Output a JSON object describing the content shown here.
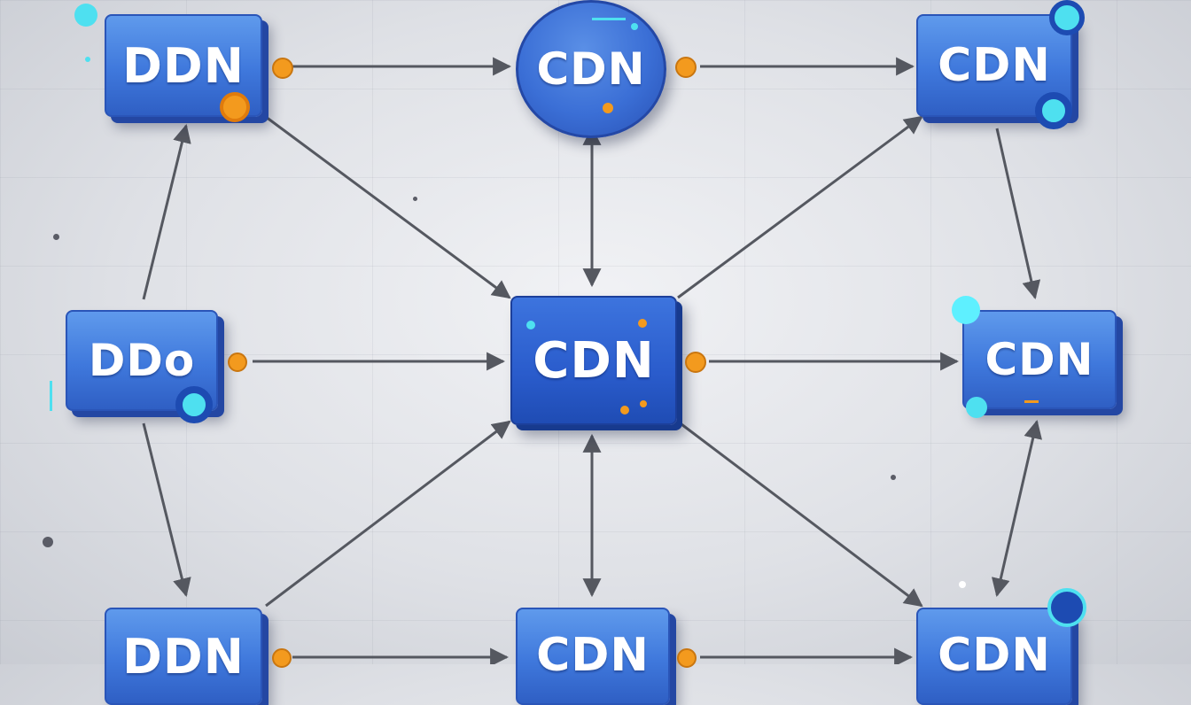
{
  "nodes": [
    {
      "id": "top-left",
      "label": "DDN"
    },
    {
      "id": "top-center",
      "label": "CDN"
    },
    {
      "id": "top-right",
      "label": "CDN"
    },
    {
      "id": "mid-left",
      "label": "DDo"
    },
    {
      "id": "center",
      "label": "CDN"
    },
    {
      "id": "mid-right",
      "label": "CDN"
    },
    {
      "id": "bottom-left",
      "label": "DDN"
    },
    {
      "id": "bottom-center",
      "label": "CDN"
    },
    {
      "id": "bottom-right",
      "label": "CDN"
    }
  ],
  "colors": {
    "node_fill": "#3f78dc",
    "node_side": "#2447a3",
    "arrow": "#555860",
    "orange_dot": "#f39a1e",
    "cyan_dot": "#4ee0f0"
  }
}
